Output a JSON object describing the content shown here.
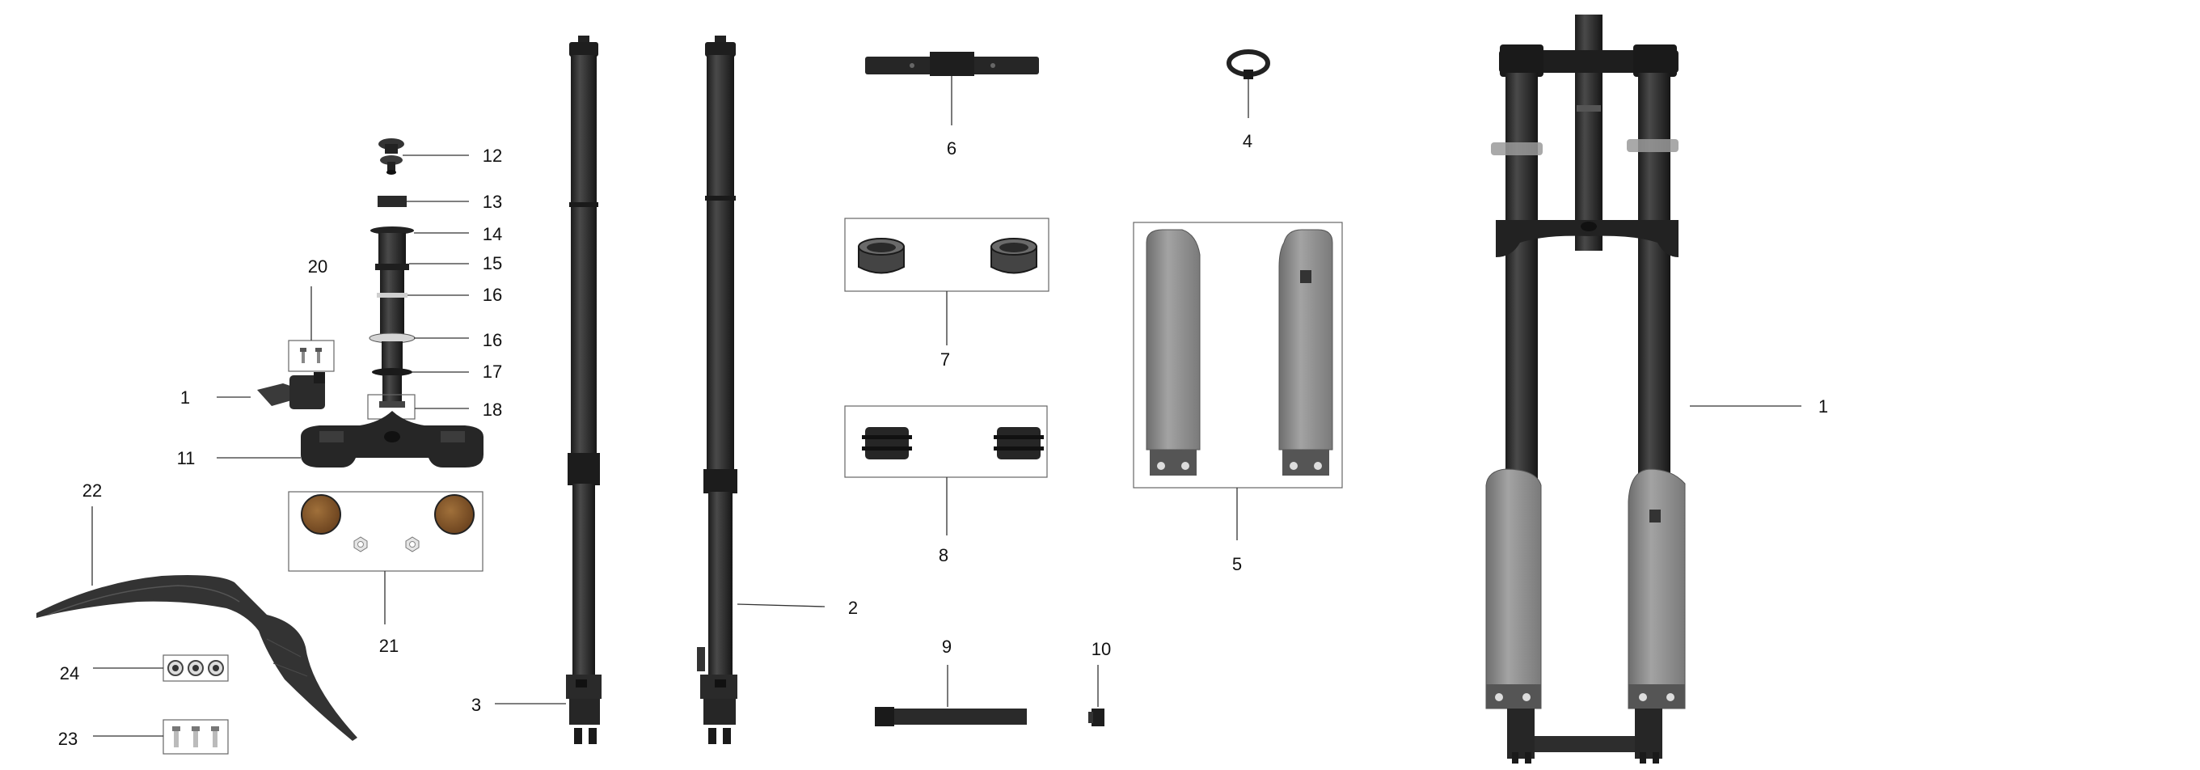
{
  "callouts": {
    "c1_left": "1",
    "c11": "11",
    "c12": "12",
    "c13": "13",
    "c14": "14",
    "c15": "15",
    "c16_a": "16",
    "c16_b": "16",
    "c17": "17",
    "c18": "18",
    "c20": "20",
    "c21": "21",
    "c22": "22",
    "c23": "23",
    "c24": "24",
    "c3": "3",
    "c2": "2",
    "c6": "6",
    "c7": "7",
    "c8": "8",
    "c9": "9",
    "c10": "10",
    "c4": "4",
    "c5": "5",
    "c1_right": "1"
  },
  "colors": {
    "tube_dark": "#2d2d2d",
    "tube_edge": "#1a1a1a",
    "guard_grey": "#8a8a8a",
    "bronze": "#8b5a2b"
  }
}
